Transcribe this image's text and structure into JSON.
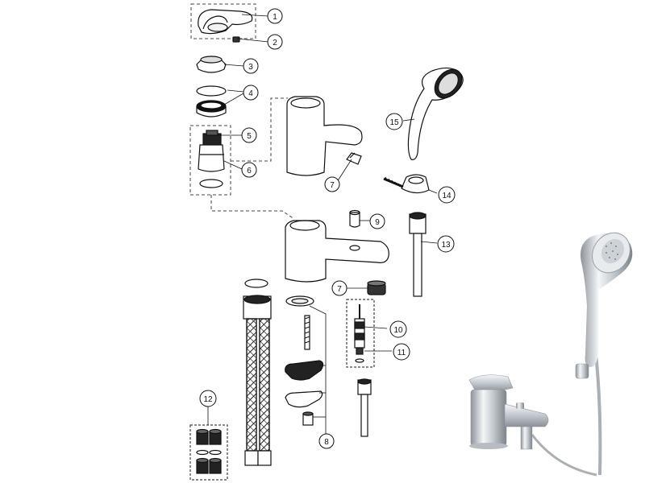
{
  "callouts": [
    {
      "id": "c1",
      "label": "1"
    },
    {
      "id": "c2",
      "label": "2"
    },
    {
      "id": "c3",
      "label": "3"
    },
    {
      "id": "c4",
      "label": "4"
    },
    {
      "id": "c5",
      "label": "5"
    },
    {
      "id": "c6",
      "label": "6"
    },
    {
      "id": "c7a",
      "label": "7"
    },
    {
      "id": "c7b",
      "label": "7"
    },
    {
      "id": "c8",
      "label": "8"
    },
    {
      "id": "c9",
      "label": "9"
    },
    {
      "id": "c10",
      "label": "10"
    },
    {
      "id": "c11",
      "label": "11"
    },
    {
      "id": "c12",
      "label": "12"
    },
    {
      "id": "c13",
      "label": "13"
    },
    {
      "id": "c14",
      "label": "14"
    },
    {
      "id": "c15",
      "label": "15"
    }
  ],
  "colors": {
    "line": "#111111",
    "dashed": "#555555",
    "chrome_light": "#e9ecef",
    "chrome_mid": "#b9bfc5",
    "chrome_dark": "#6b7178"
  }
}
